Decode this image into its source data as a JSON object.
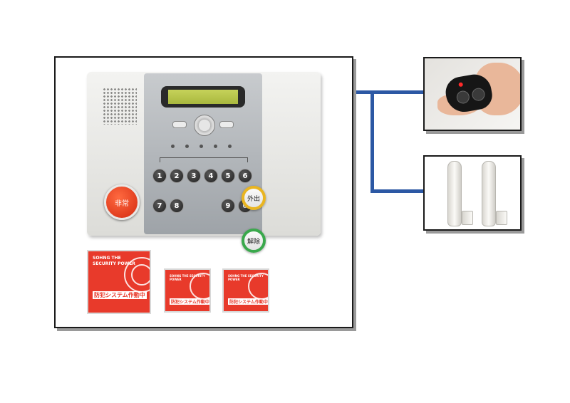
{
  "panel": {
    "emergency_label": "非常",
    "away_label": "外出",
    "home_label": "解除",
    "keypad_keys": [
      "1",
      "2",
      "3",
      "4",
      "5",
      "6",
      "7",
      "8",
      "9",
      "0"
    ]
  },
  "stickers": [
    {
      "english": "SOHNG THE SECURITY POWER",
      "japanese": "防犯システム作動中"
    },
    {
      "english": "SOHNG THE SECURITY POWER",
      "japanese": "防犯システム作動中"
    },
    {
      "english": "SOHNG THE SECURITY POWER",
      "japanese": "防犯システム作動中"
    }
  ],
  "colors": {
    "connector": "#2c58a4",
    "sticker_red": "#e83a2b",
    "emergency_red": "#d42a10",
    "away_ring": "#e9b521",
    "home_ring": "#3aa84c"
  }
}
